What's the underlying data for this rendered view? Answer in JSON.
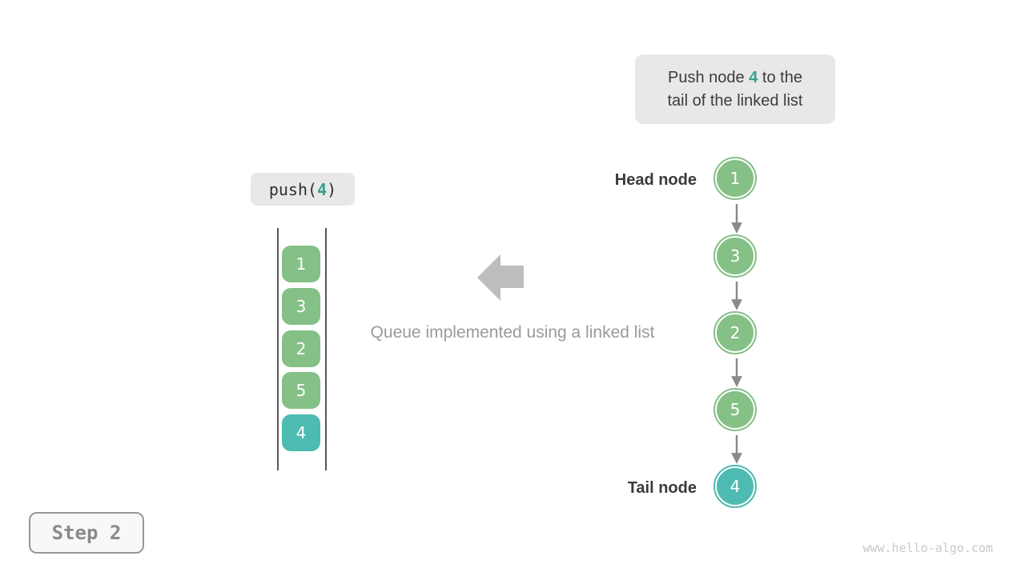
{
  "callout": {
    "line1_pre": "Push node ",
    "value": "4",
    "line1_post": " to the",
    "line2": "tail of the linked list"
  },
  "push_label": {
    "pre": "push(",
    "value": "4",
    "post": ")"
  },
  "queue_stack": {
    "items": [
      "1",
      "3",
      "2",
      "5",
      "4"
    ]
  },
  "caption": "Queue implemented using a linked list",
  "linked_list": {
    "head_label": "Head node",
    "tail_label": "Tail node",
    "nodes": [
      "1",
      "3",
      "2",
      "5",
      "4"
    ]
  },
  "step_badge": "Step 2",
  "watermark": "www.hello-algo.com",
  "colors": {
    "accent_teal_text": "#3a9e8f",
    "node_green": "#85c087",
    "node_teal": "#4dbbb1",
    "callout_bg": "#e8e8e8",
    "dark_text": "#3c3c3c",
    "muted_text": "#9b9b9b",
    "block_arrow": "#bdbdbd",
    "link_arrow": "#8a8a8a",
    "step_text": "#8a8a8a",
    "watermark_text": "#c9c9c9"
  }
}
